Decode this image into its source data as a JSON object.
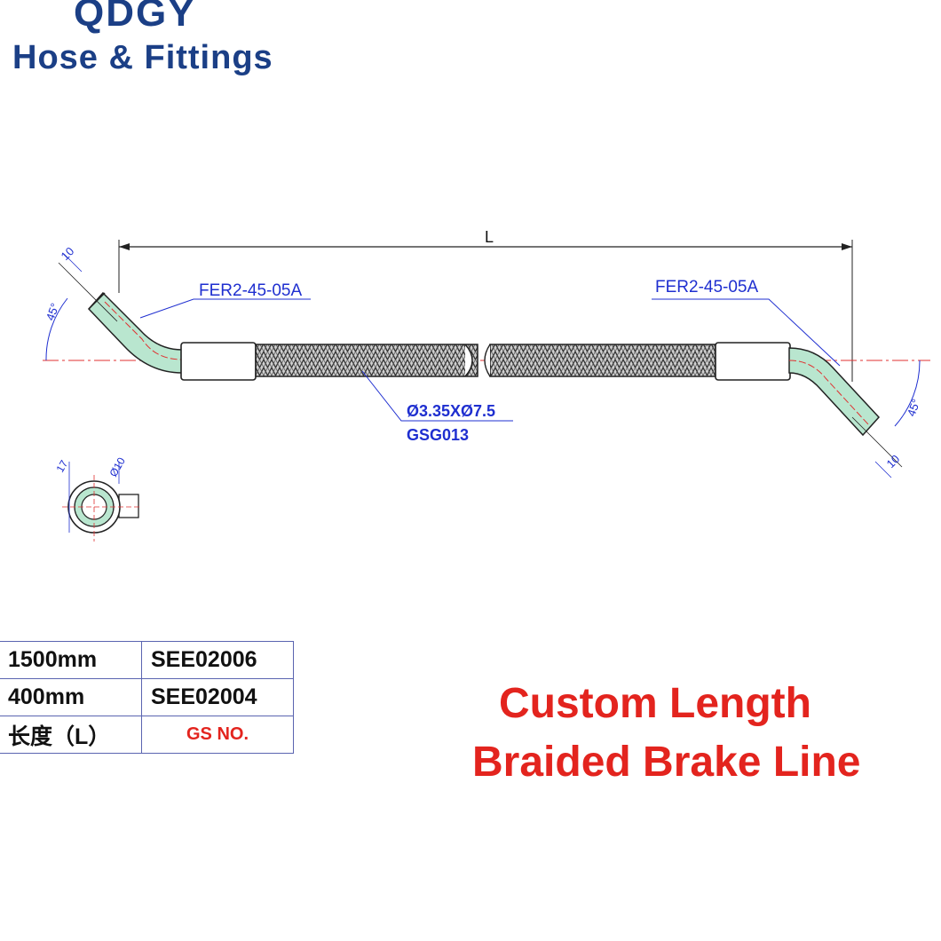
{
  "brand": {
    "title": "QDGY",
    "subtitle": "Hose & Fittings"
  },
  "drawing": {
    "length_label": "L",
    "left_fitting_label": "FER2-45-05A",
    "right_fitting_label": "FER2-45-05A",
    "hose_size_label": "Ø3.35XØ7.5",
    "hose_code_label": "GSG013",
    "left_angle_label": "45°",
    "right_angle_label": "45°",
    "left_dim_label": "10",
    "right_dim_label": "10",
    "section_dim_a": "17",
    "section_dim_b": "Ø10"
  },
  "spec_table": {
    "rows": [
      {
        "length": "1500mm",
        "code": "SEE02006"
      },
      {
        "length": "400mm",
        "code": "SEE02004"
      }
    ],
    "header_length": "长度（L）",
    "header_code": "GS NO."
  },
  "tagline": {
    "line1": "Custom Length",
    "line2": "Braided Brake Line"
  },
  "colors": {
    "brand": "#1b3f86",
    "label_blue": "#1f2fd0",
    "accent_red": "#e3241e",
    "fitting_green": "#b9e6cf",
    "centerline_red": "#e03030"
  }
}
